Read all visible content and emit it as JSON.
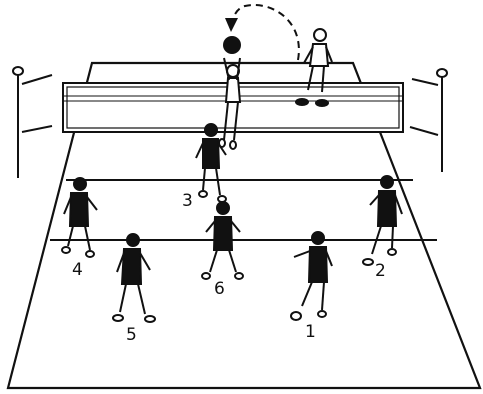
{
  "diagram": {
    "colors": {
      "ink": "#111111",
      "paper": "#ffffff"
    },
    "players": [
      {
        "position": "1",
        "label": "1"
      },
      {
        "position": "2",
        "label": "2"
      },
      {
        "position": "3",
        "label": "3"
      },
      {
        "position": "4",
        "label": "4"
      },
      {
        "position": "5",
        "label": "5"
      },
      {
        "position": "6",
        "label": "6"
      }
    ],
    "opponents": [
      "setter",
      "hitter"
    ],
    "elements": [
      "ball",
      "net",
      "antenna-left",
      "antenna-right",
      "attack-line",
      "dashed-ball-path"
    ]
  }
}
